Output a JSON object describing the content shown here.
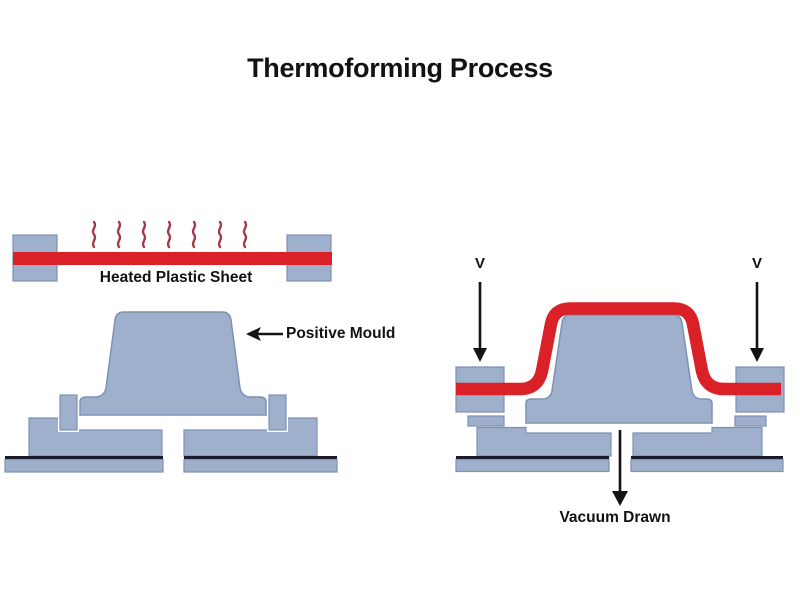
{
  "title": "Thermoforming Process",
  "colors": {
    "mould_fill": "#9FB0CD",
    "mould_border": "#7E91B5",
    "plastic_red": "#DA2127",
    "heat_red": "#A23B47",
    "baseline_dark": "#191927",
    "arrow_black": "#141414"
  },
  "left_panel": {
    "sheet_label": "Heated Plastic Sheet",
    "mould_label": "Positive Mould",
    "heat_wave_count": "7"
  },
  "right_panel": {
    "v_left": "V",
    "v_right": "V",
    "vacuum_label": "Vacuum Drawn"
  }
}
